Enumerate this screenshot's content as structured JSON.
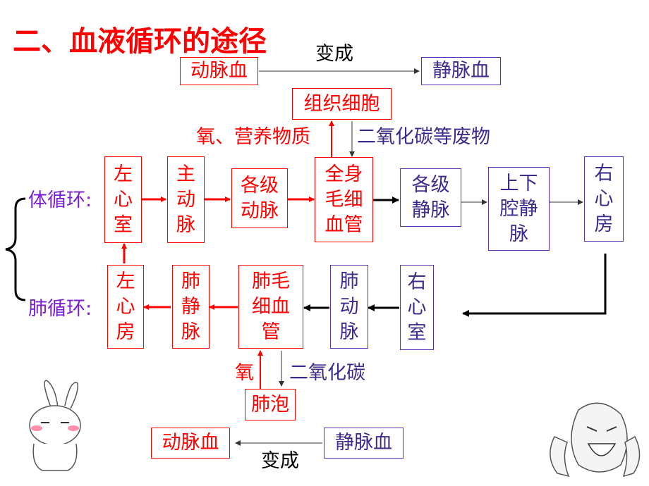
{
  "title": "二、血液循环的途径",
  "top_change": {
    "from": "动脉血",
    "to": "静脉血",
    "label": "变成"
  },
  "tissue_cells": "组织细胞",
  "oxygen_nutrients": "氧、营养物质",
  "co2_waste": "二氧化碳等废物",
  "systemic": {
    "label": "体循环:",
    "nodes": [
      "左心室",
      "主动脉",
      "各级动脉",
      "全身毛细血管",
      "各级静脉",
      "上下腔静脉",
      "右心房"
    ]
  },
  "pulmonary": {
    "label": "肺循环:",
    "nodes": [
      "左心房",
      "肺静脉",
      "肺毛细血管",
      "肺动脉",
      "右心室"
    ]
  },
  "oxygen": "氧",
  "co2": "二氧化碳",
  "alveoli": "肺泡",
  "bottom_change": {
    "from": "静脉血",
    "to": "动脉血",
    "label": "变成"
  },
  "colors": {
    "red": "#ff0000",
    "blue": "#3a2c8c",
    "purple": "#7a1fd0"
  }
}
